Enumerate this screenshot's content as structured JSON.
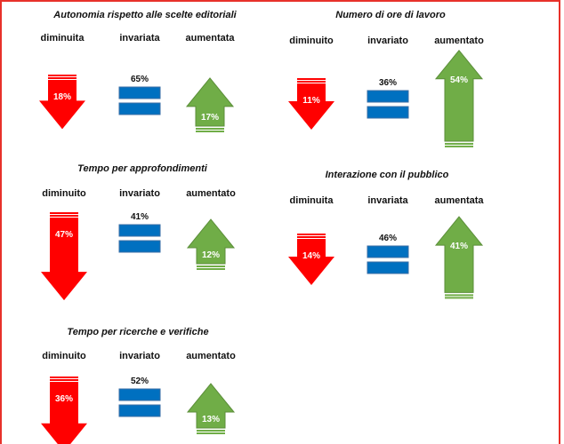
{
  "colors": {
    "down": "#ff0000",
    "equal": "#0070c0",
    "up": "#70ad47",
    "frame": "#e8312a"
  },
  "chart_data": [
    {
      "type": "bar",
      "title": "Autonomia rispetto alle scelte editoriali",
      "categories": [
        "diminuita",
        "invariata",
        "aumentata"
      ],
      "values": [
        18,
        65,
        17
      ],
      "unit": "%",
      "value_labels": [
        "18%",
        "65%",
        "17%"
      ]
    },
    {
      "type": "bar",
      "title": "Numero di ore di lavoro",
      "categories": [
        "diminuito",
        "invariato",
        "aumentato"
      ],
      "values": [
        11,
        36,
        54
      ],
      "unit": "%",
      "value_labels": [
        "11%",
        "36%",
        "54%"
      ]
    },
    {
      "type": "bar",
      "title": "Tempo per approfondimenti",
      "categories": [
        "diminuito",
        "invariato",
        "aumentato"
      ],
      "values": [
        47,
        41,
        12
      ],
      "unit": "%",
      "value_labels": [
        "47%",
        "41%",
        "12%"
      ]
    },
    {
      "type": "bar",
      "title": "Interazione con il pubblico",
      "categories": [
        "diminuita",
        "invariata",
        "aumentata"
      ],
      "values": [
        14,
        46,
        41
      ],
      "unit": "%",
      "value_labels": [
        "14%",
        "46%",
        "41%"
      ]
    },
    {
      "type": "bar",
      "title": "Tempo per ricerche e verifiche",
      "categories": [
        "diminuito",
        "invariato",
        "aumentato"
      ],
      "values": [
        36,
        52,
        13
      ],
      "unit": "%",
      "value_labels": [
        "36%",
        "52%",
        "13%"
      ]
    }
  ]
}
